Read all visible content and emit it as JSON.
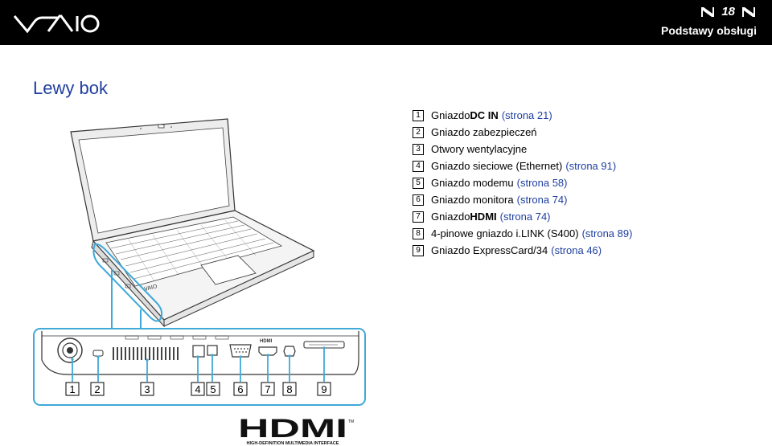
{
  "header": {
    "page_number": "18",
    "section": "Podstawy obsługi"
  },
  "page_title": "Lewy bok",
  "items": [
    {
      "num": "1",
      "text": "Gniazdo ",
      "bold": "DC IN",
      "after": "",
      "link": "(strona 21)"
    },
    {
      "num": "2",
      "text": "Gniazdo zabezpieczeń",
      "bold": "",
      "after": "",
      "link": ""
    },
    {
      "num": "3",
      "text": "Otwory wentylacyjne",
      "bold": "",
      "after": "",
      "link": ""
    },
    {
      "num": "4",
      "text": "Gniazdo sieciowe (Ethernet)",
      "bold": "",
      "after": "",
      "link": "(strona 91)"
    },
    {
      "num": "5",
      "text": "Gniazdo modemu",
      "bold": "",
      "after": "",
      "link": "(strona 58)"
    },
    {
      "num": "6",
      "text": "Gniazdo monitora",
      "bold": "",
      "after": "",
      "link": "(strona 74)"
    },
    {
      "num": "7",
      "text": "Gniazdo ",
      "bold": "HDMI",
      "after": "",
      "link": "(strona 74)"
    },
    {
      "num": "8",
      "text": "4-pinowe gniazdo i.LINK (S400)",
      "bold": "",
      "after": "",
      "link": "(strona 89)"
    },
    {
      "num": "9",
      "text": "Gniazdo ExpressCard/34",
      "bold": "",
      "after": "",
      "link": "(strona 46)"
    }
  ],
  "callouts": [
    "1",
    "2",
    "3",
    "4",
    "5",
    "6",
    "7",
    "8",
    "9"
  ],
  "port_labels": {
    "hdmi": "HDMI"
  },
  "hdmi_logo": {
    "text": "HDMI",
    "tm": "TM",
    "tagline": "HIGH-DEFINITION MULTIMEDIA INTERFACE"
  },
  "colors": {
    "header_bg": "#000000",
    "link": "#1f3fa0",
    "callout_line": "#3fa9d8"
  }
}
